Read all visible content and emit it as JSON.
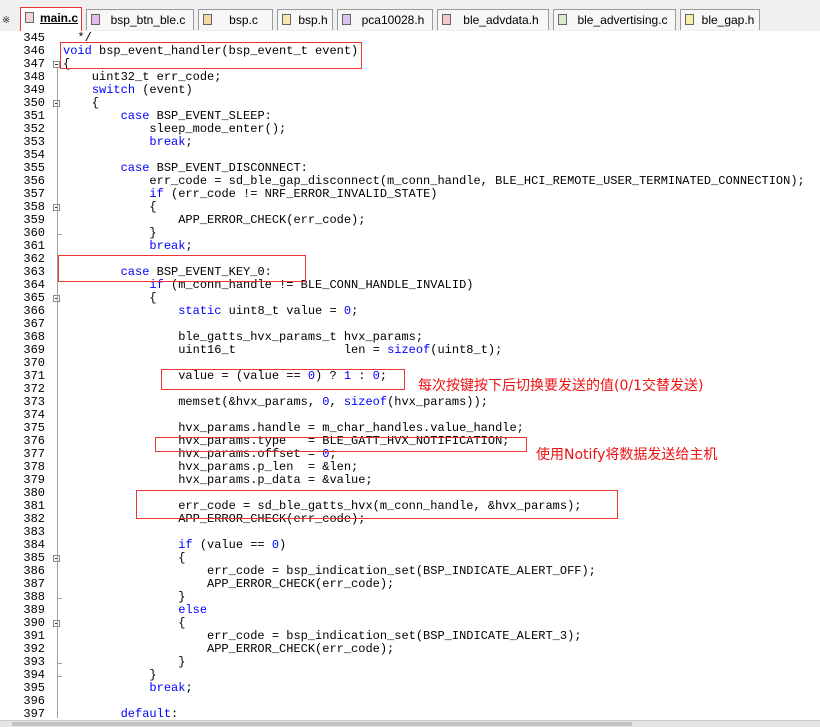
{
  "tabs": [
    {
      "label": "main.c",
      "color": "#f4d4d4",
      "active": true
    },
    {
      "label": "bsp_btn_ble.c",
      "color": "#e9b8ee"
    },
    {
      "label": "bsp.c",
      "color": "#f7d8a0"
    },
    {
      "label": "bsp.h",
      "color": "#f5e7b0"
    },
    {
      "label": "pca10028.h",
      "color": "#d9c3f0"
    },
    {
      "label": "ble_advdata.h",
      "color": "#f6c8cc"
    },
    {
      "label": "ble_advertising.c",
      "color": "#d6ecc8"
    },
    {
      "label": "ble_gap.h",
      "color": "#f7eea8"
    }
  ],
  "tab_pin_icon": "※",
  "top_comment": "*/",
  "lines": [
    {
      "n": "345",
      "segs": [
        [
          "",
          "  */"
        ]
      ]
    },
    {
      "n": "346",
      "segs": [
        [
          "kw",
          "void"
        ],
        [
          "",
          " bsp_event_handler(bsp_event_t event)"
        ]
      ]
    },
    {
      "n": "347",
      "segs": [
        [
          "",
          "{"
        ]
      ]
    },
    {
      "n": "348",
      "segs": [
        [
          "",
          "    uint32_t err_code;"
        ]
      ]
    },
    {
      "n": "349",
      "segs": [
        [
          "",
          "    "
        ],
        [
          "kw",
          "switch"
        ],
        [
          "",
          " (event)"
        ]
      ]
    },
    {
      "n": "350",
      "segs": [
        [
          "",
          "    {"
        ]
      ]
    },
    {
      "n": "351",
      "segs": [
        [
          "",
          "        "
        ],
        [
          "kw",
          "case"
        ],
        [
          "",
          " BSP_EVENT_SLEEP:"
        ]
      ]
    },
    {
      "n": "352",
      "segs": [
        [
          "",
          "            sleep_mode_enter();"
        ]
      ]
    },
    {
      "n": "353",
      "segs": [
        [
          "",
          "            "
        ],
        [
          "kw",
          "break"
        ],
        [
          "",
          ";"
        ]
      ]
    },
    {
      "n": "354",
      "segs": [
        [
          "",
          ""
        ]
      ]
    },
    {
      "n": "355",
      "segs": [
        [
          "",
          "        "
        ],
        [
          "kw",
          "case"
        ],
        [
          "",
          " BSP_EVENT_DISCONNECT:"
        ]
      ]
    },
    {
      "n": "356",
      "segs": [
        [
          "",
          "            err_code = sd_ble_gap_disconnect(m_conn_handle, BLE_HCI_REMOTE_USER_TERMINATED_CONNECTION);"
        ]
      ]
    },
    {
      "n": "357",
      "segs": [
        [
          "",
          "            "
        ],
        [
          "kw",
          "if"
        ],
        [
          "",
          " (err_code != NRF_ERROR_INVALID_STATE)"
        ]
      ]
    },
    {
      "n": "358",
      "segs": [
        [
          "",
          "            {"
        ]
      ]
    },
    {
      "n": "359",
      "segs": [
        [
          "",
          "                APP_ERROR_CHECK(err_code);"
        ]
      ]
    },
    {
      "n": "360",
      "segs": [
        [
          "",
          "            }"
        ]
      ]
    },
    {
      "n": "361",
      "segs": [
        [
          "",
          "            "
        ],
        [
          "kw",
          "break"
        ],
        [
          "",
          ";"
        ]
      ]
    },
    {
      "n": "362",
      "segs": [
        [
          "",
          ""
        ]
      ]
    },
    {
      "n": "363",
      "segs": [
        [
          "",
          "        "
        ],
        [
          "kw",
          "case"
        ],
        [
          "",
          " BSP_EVENT_KEY_0:"
        ]
      ]
    },
    {
      "n": "364",
      "segs": [
        [
          "",
          "            "
        ],
        [
          "kw",
          "if"
        ],
        [
          "",
          " (m_conn_handle != BLE_CONN_HANDLE_INVALID)"
        ]
      ]
    },
    {
      "n": "365",
      "segs": [
        [
          "",
          "            {"
        ]
      ]
    },
    {
      "n": "366",
      "segs": [
        [
          "",
          "                "
        ],
        [
          "kw",
          "static"
        ],
        [
          "",
          " uint8_t value = "
        ],
        [
          "num",
          "0"
        ],
        [
          "",
          ";"
        ]
      ]
    },
    {
      "n": "367",
      "segs": [
        [
          "",
          ""
        ]
      ]
    },
    {
      "n": "368",
      "segs": [
        [
          "",
          "                ble_gatts_hvx_params_t hvx_params;"
        ]
      ]
    },
    {
      "n": "369",
      "segs": [
        [
          "",
          "                uint16_t               len = "
        ],
        [
          "kw",
          "sizeof"
        ],
        [
          "",
          "(uint8_t);"
        ]
      ]
    },
    {
      "n": "370",
      "segs": [
        [
          "",
          ""
        ]
      ]
    },
    {
      "n": "371",
      "segs": [
        [
          "",
          "                value = (value == "
        ],
        [
          "num",
          "0"
        ],
        [
          "",
          ") ? "
        ],
        [
          "num",
          "1"
        ],
        [
          "",
          " : "
        ],
        [
          "num",
          "0"
        ],
        [
          "",
          ";"
        ]
      ]
    },
    {
      "n": "372",
      "segs": [
        [
          "",
          ""
        ]
      ]
    },
    {
      "n": "373",
      "segs": [
        [
          "",
          "                memset(&hvx_params, "
        ],
        [
          "num",
          "0"
        ],
        [
          "",
          ", "
        ],
        [
          "kw",
          "sizeof"
        ],
        [
          "",
          "(hvx_params));"
        ]
      ]
    },
    {
      "n": "374",
      "segs": [
        [
          "",
          ""
        ]
      ]
    },
    {
      "n": "375",
      "segs": [
        [
          "",
          "                hvx_params.handle = m_char_handles.value_handle;"
        ]
      ]
    },
    {
      "n": "376",
      "segs": [
        [
          "",
          "                hvx_params.type   = BLE_GATT_HVX_NOTIFICATION;"
        ]
      ]
    },
    {
      "n": "377",
      "segs": [
        [
          "",
          "                hvx_params.offset = "
        ],
        [
          "num",
          "0"
        ],
        [
          "",
          ";"
        ]
      ]
    },
    {
      "n": "378",
      "segs": [
        [
          "",
          "                hvx_params.p_len  = &len;"
        ]
      ]
    },
    {
      "n": "379",
      "segs": [
        [
          "",
          "                hvx_params.p_data = &value;"
        ]
      ]
    },
    {
      "n": "380",
      "segs": [
        [
          "",
          ""
        ]
      ]
    },
    {
      "n": "381",
      "segs": [
        [
          "",
          "                err_code = sd_ble_gatts_hvx(m_conn_handle, &hvx_params);"
        ]
      ]
    },
    {
      "n": "382",
      "segs": [
        [
          "",
          "                APP_ERROR_CHECK(err_code);"
        ]
      ]
    },
    {
      "n": "383",
      "segs": [
        [
          "",
          ""
        ]
      ]
    },
    {
      "n": "384",
      "segs": [
        [
          "",
          "                "
        ],
        [
          "kw",
          "if"
        ],
        [
          "",
          " (value == "
        ],
        [
          "num",
          "0"
        ],
        [
          "",
          ")"
        ]
      ]
    },
    {
      "n": "385",
      "segs": [
        [
          "",
          "                {"
        ]
      ]
    },
    {
      "n": "386",
      "segs": [
        [
          "",
          "                    err_code = bsp_indication_set(BSP_INDICATE_ALERT_OFF);"
        ]
      ]
    },
    {
      "n": "387",
      "segs": [
        [
          "",
          "                    APP_ERROR_CHECK(err_code);"
        ]
      ]
    },
    {
      "n": "388",
      "segs": [
        [
          "",
          "                }"
        ]
      ]
    },
    {
      "n": "389",
      "segs": [
        [
          "",
          "                "
        ],
        [
          "kw",
          "else"
        ]
      ]
    },
    {
      "n": "390",
      "segs": [
        [
          "",
          "                {"
        ]
      ]
    },
    {
      "n": "391",
      "segs": [
        [
          "",
          "                    err_code = bsp_indication_set(BSP_INDICATE_ALERT_3);"
        ]
      ]
    },
    {
      "n": "392",
      "segs": [
        [
          "",
          "                    APP_ERROR_CHECK(err_code);"
        ]
      ]
    },
    {
      "n": "393",
      "segs": [
        [
          "",
          "                }"
        ]
      ]
    },
    {
      "n": "394",
      "segs": [
        [
          "",
          "            }"
        ]
      ]
    },
    {
      "n": "395",
      "segs": [
        [
          "",
          "            "
        ],
        [
          "kw",
          "break"
        ],
        [
          "",
          ";"
        ]
      ]
    },
    {
      "n": "396",
      "segs": [
        [
          "",
          ""
        ]
      ]
    },
    {
      "n": "397",
      "segs": [
        [
          "",
          "        "
        ],
        [
          "kw",
          "default"
        ],
        [
          "",
          ":"
        ]
      ]
    }
  ],
  "annotations": {
    "toggle_note": "每次按键按下后切换要发送的值(0/1交替发送)",
    "notify_note": "使用Notify将数据发送给主机"
  },
  "colors": {
    "keyword": "#0000ff",
    "annotation": "#e33333"
  }
}
